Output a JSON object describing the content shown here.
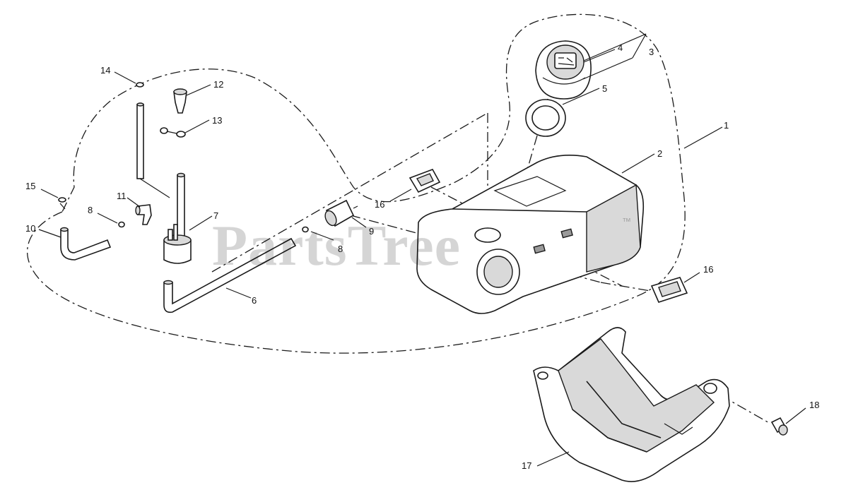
{
  "watermark": {
    "text": "PartsTree",
    "trademark": "™"
  },
  "callouts": {
    "c1": "1",
    "c2": "2",
    "c3": "3",
    "c4": "4",
    "c5": "5",
    "c6": "6",
    "c7": "7",
    "c8a": "8",
    "c8b": "8",
    "c9": "9",
    "c10": "10",
    "c11": "11",
    "c12": "12",
    "c13": "13",
    "c14": "14",
    "c15": "15",
    "c16a": "16",
    "c16b": "16",
    "c17": "17",
    "c18": "18"
  }
}
